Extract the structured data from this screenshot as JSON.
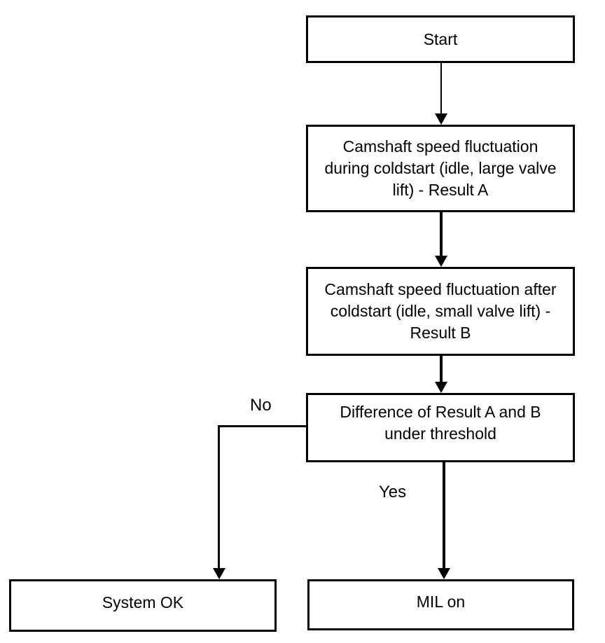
{
  "flowchart": {
    "nodes": {
      "start": "Start",
      "result_a": "Camshaft speed fluctuation during coldstart (idle, large valve lift) - Result A",
      "result_b": "Camshaft speed fluctuation after coldstart (idle, small valve lift) - Result B",
      "decision": "Difference of Result A and B under threshold",
      "system_ok": "System OK",
      "mil_on": "MIL on"
    },
    "branch_labels": {
      "no": "No",
      "yes": "Yes"
    },
    "colors": {
      "stroke": "#000000",
      "fill": "#ffffff",
      "text": "#000000"
    }
  }
}
